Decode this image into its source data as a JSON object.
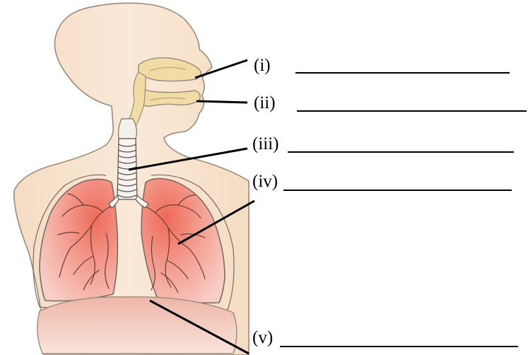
{
  "labels": [
    {
      "id": "i",
      "text": "(i)"
    },
    {
      "id": "ii",
      "text": "(ii)"
    },
    {
      "id": "iii",
      "text": "(iii)"
    },
    {
      "id": "iv",
      "text": "(iv)"
    },
    {
      "id": "v",
      "text": "(v)"
    }
  ],
  "colors": {
    "skin": "#f7e4cf",
    "skin_outline": "#9a8a7c",
    "nasal": "#f2dca6",
    "lung_fill": "#f6b9ae",
    "lung_core": "#ee6e5e",
    "diaphragm": "#f1c7bc",
    "ink": "#000000"
  },
  "icons": [
    "human-torso-illustration"
  ]
}
